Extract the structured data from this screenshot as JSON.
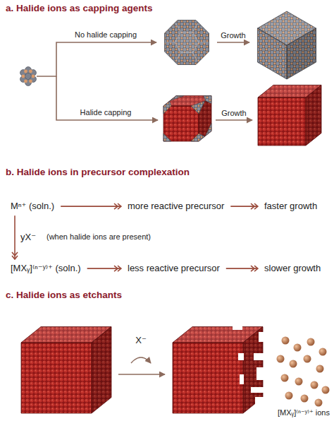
{
  "diagram": {
    "nodes": [
      {
        "text": [
          "Mⁿ⁺ (soln.)"
        ]
      },
      {
        "text": [
          "more reactive precursor"
        ]
      },
      {
        "text": [
          "faster growth"
        ]
      },
      {
        "text": [
          "[MXᵧ]⁽ⁿ⁻ʸ⁾⁺ (soln.)"
        ]
      },
      {
        "text": [
          "less reactive precursor"
        ]
      },
      {
        "text": [
          "slower growth"
        ]
      }
    ],
    "edges": [
      {
        "from": 0,
        "to": 1,
        "arrow": "to"
      },
      {
        "from": 1,
        "to": 2,
        "arrow": "to"
      },
      {
        "from": 0,
        "to": 3,
        "label": "yX⁻",
        "arrow": "to"
      },
      {
        "from": 3,
        "to": 4,
        "arrow": "to"
      },
      {
        "from": 4,
        "to": 5,
        "arrow": "to"
      }
    ],
    "labels": [
      "a. Halide ions as capping agents",
      "No halide capping",
      "Growth",
      "Halide capping",
      "Growth",
      "b. Halide ions in precursor complexation",
      "(when halide ions are present)",
      "c. Halide ions as etchants",
      "X⁻",
      "[MXᵧ]⁽ⁿ⁻ʸ⁾⁺ ions"
    ]
  }
}
